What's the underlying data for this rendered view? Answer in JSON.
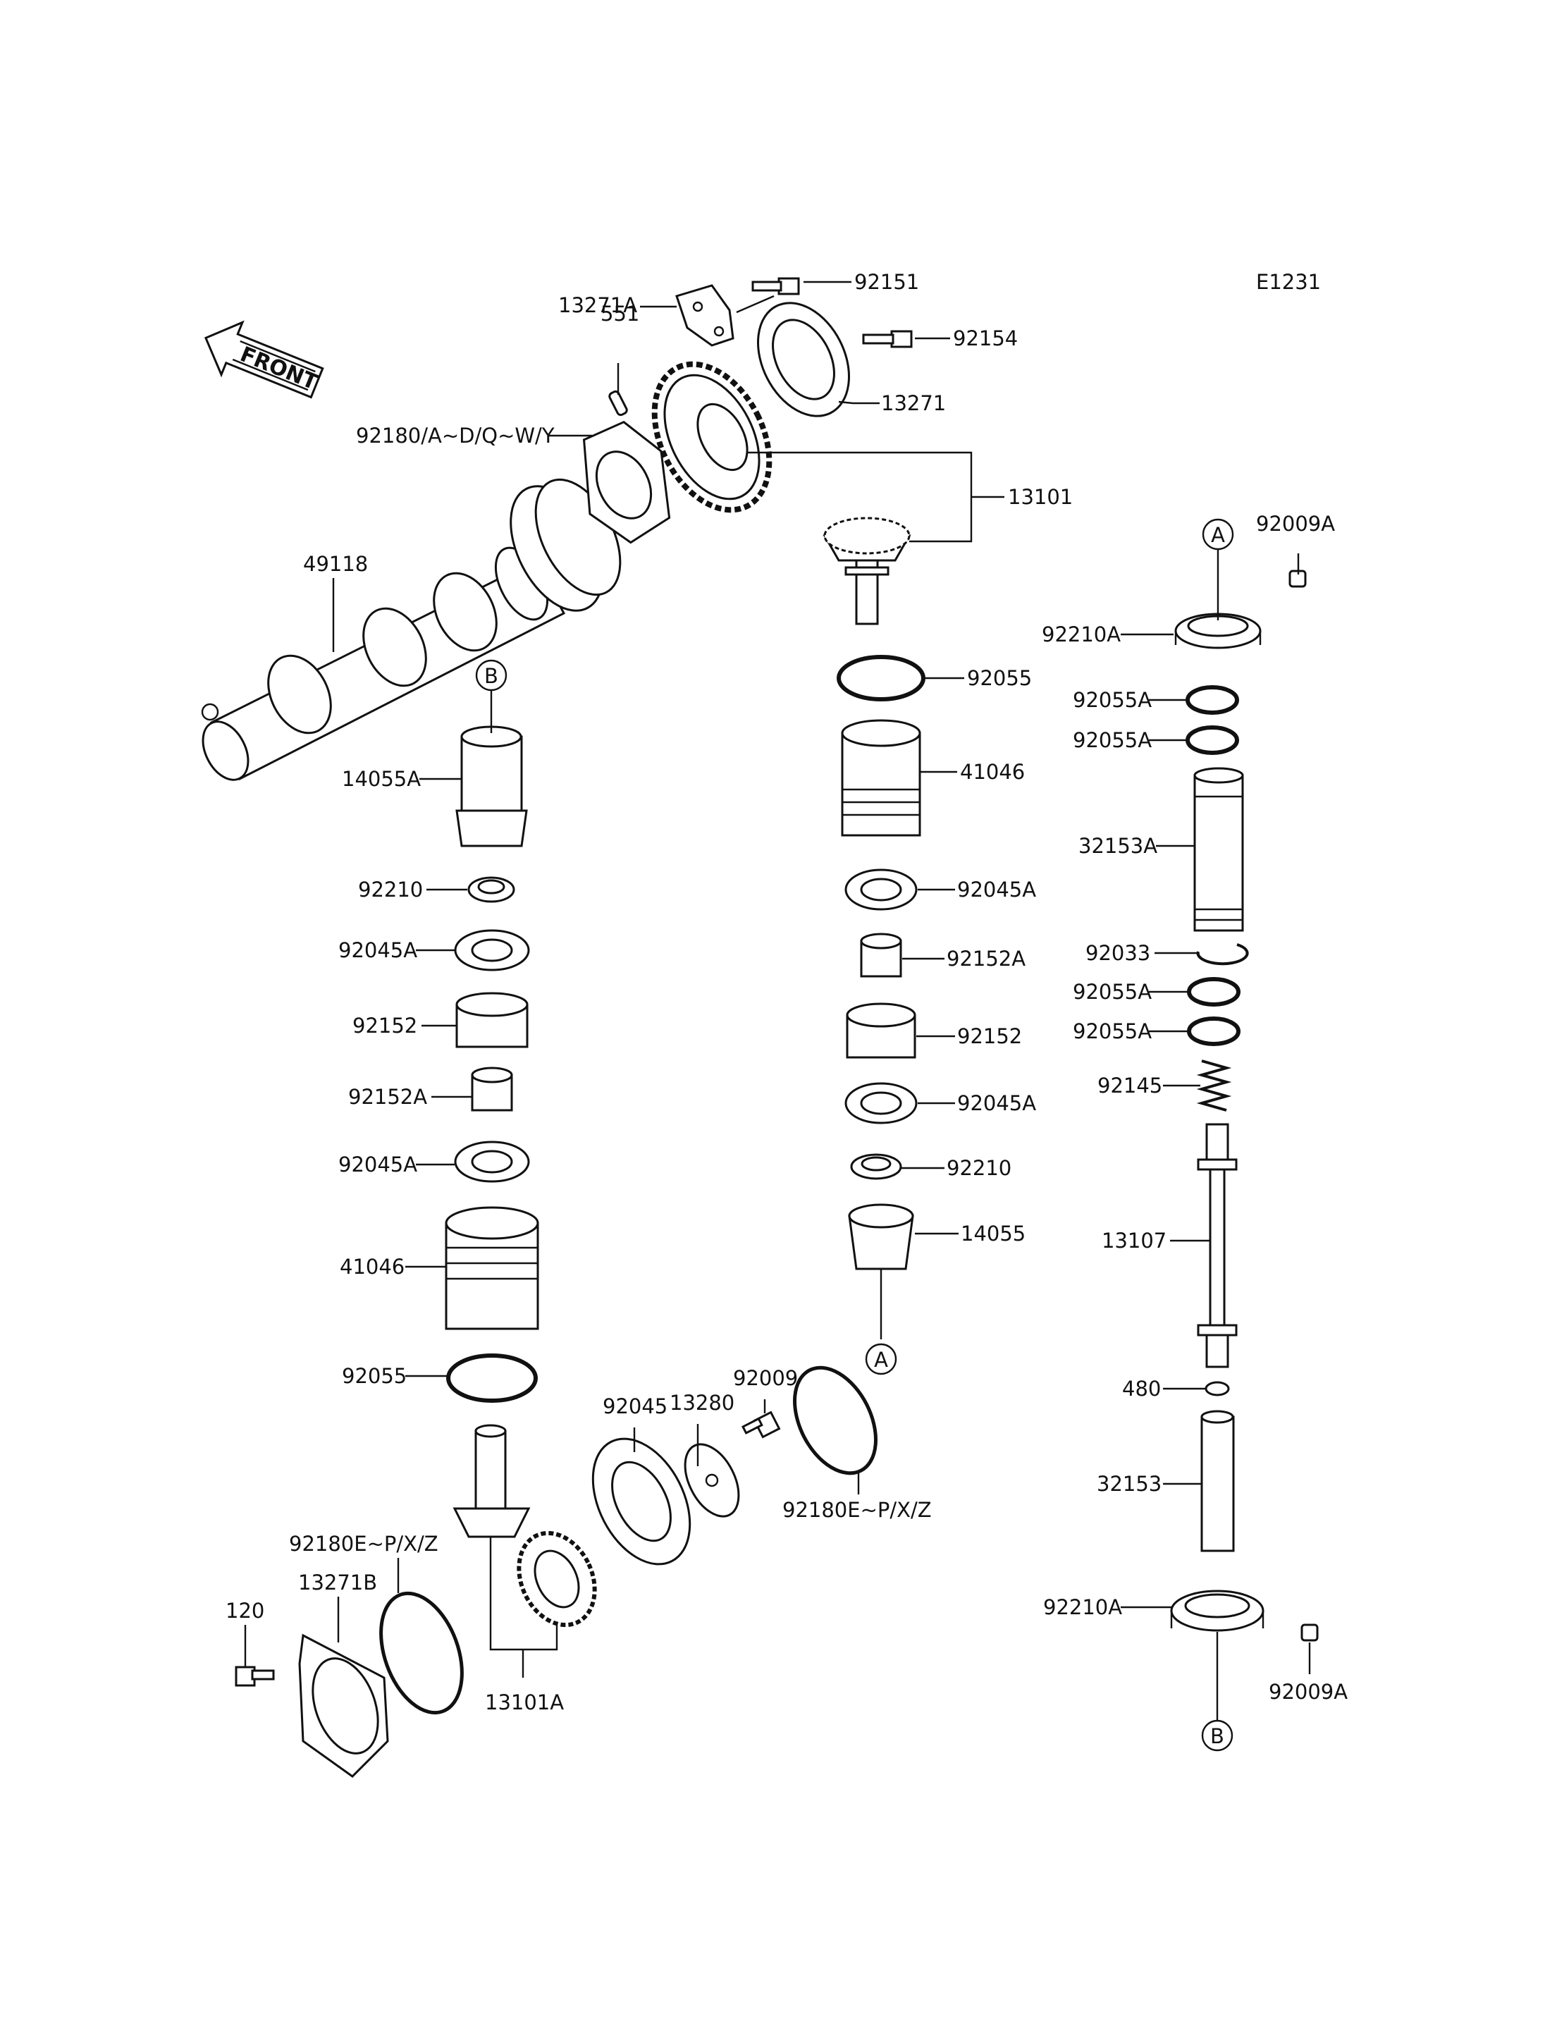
{
  "diagram_id": "E1231",
  "front_arrow_label": "FRONT",
  "ref_markers": {
    "a": "A",
    "b": "B"
  },
  "labels": {
    "p92151": "92151",
    "p13271A": "13271A",
    "p92154": "92154",
    "p551": "551",
    "p13271": "13271",
    "p92180_top": "92180/A~D/Q~W/Y",
    "p13101": "13101",
    "p49118": "49118",
    "p92009A_top": "92009A",
    "p92210A_top": "92210A",
    "p92055_right": "92055",
    "p92055A_1": "92055A",
    "p92055A_2": "92055A",
    "p14055A": "14055A",
    "p41046_right": "41046",
    "p32153A": "32153A",
    "p92210_left": "92210",
    "p92045A_right1": "92045A",
    "p92045A_left1": "92045A",
    "p92152A_right": "92152A",
    "p92033": "92033",
    "p92055A_3": "92055A",
    "p92152_left": "92152",
    "p92152_right": "92152",
    "p92055A_4": "92055A",
    "p92152A_left": "92152A",
    "p92145": "92145",
    "p92045A_right2": "92045A",
    "p92045A_left2": "92045A",
    "p92210_right": "92210",
    "p41046_left": "41046",
    "p14055": "14055",
    "p13107": "13107",
    "p92009": "92009",
    "p92055_left": "92055",
    "p13280": "13280",
    "p480": "480",
    "p92045": "92045",
    "p32153": "32153",
    "p92180E_right": "92180E~P/X/Z",
    "p92180E_left": "92180E~P/X/Z",
    "p13271B": "13271B",
    "p92210A_bottom": "92210A",
    "p120": "120",
    "p13101A": "13101A",
    "p92009A_bottom": "92009A"
  }
}
